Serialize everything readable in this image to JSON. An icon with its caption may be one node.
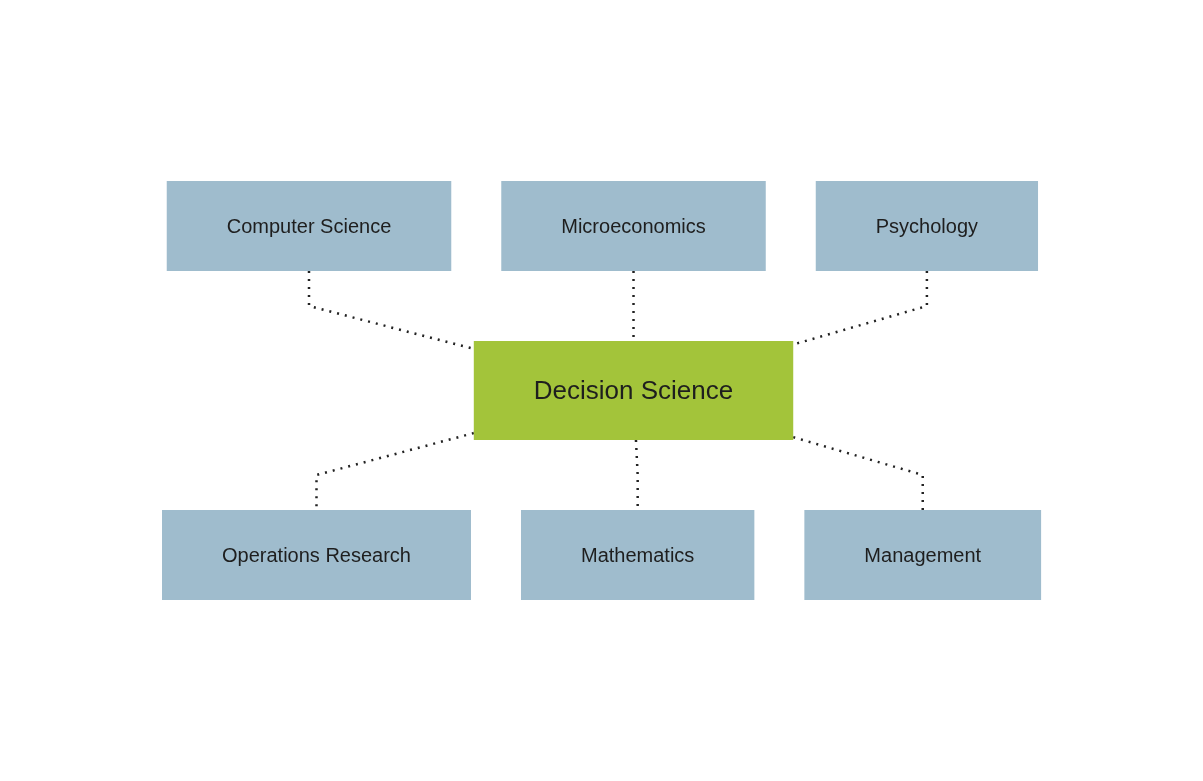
{
  "diagram": {
    "nodes": [
      {
        "text": [
          "Computer Science"
        ]
      },
      {
        "text": [
          "Microeconomics"
        ]
      },
      {
        "text": [
          "Psychology"
        ]
      },
      {
        "text": [
          "Decision Science"
        ]
      },
      {
        "text": [
          "Operations Research"
        ]
      },
      {
        "text": [
          "Mathematics"
        ]
      },
      {
        "text": [
          "Management"
        ]
      }
    ],
    "edges": [
      {
        "from": 0,
        "to": 3,
        "arrow": "none",
        "style": "dashed"
      },
      {
        "from": 1,
        "to": 3,
        "arrow": "none",
        "style": "dashed"
      },
      {
        "from": 2,
        "to": 3,
        "arrow": "none",
        "style": "dashed"
      },
      {
        "from": 3,
        "to": 4,
        "arrow": "none",
        "style": "dashed"
      },
      {
        "from": 3,
        "to": 5,
        "arrow": "none",
        "style": "dashed"
      },
      {
        "from": 3,
        "to": 6,
        "arrow": "none",
        "style": "dashed"
      }
    ]
  }
}
